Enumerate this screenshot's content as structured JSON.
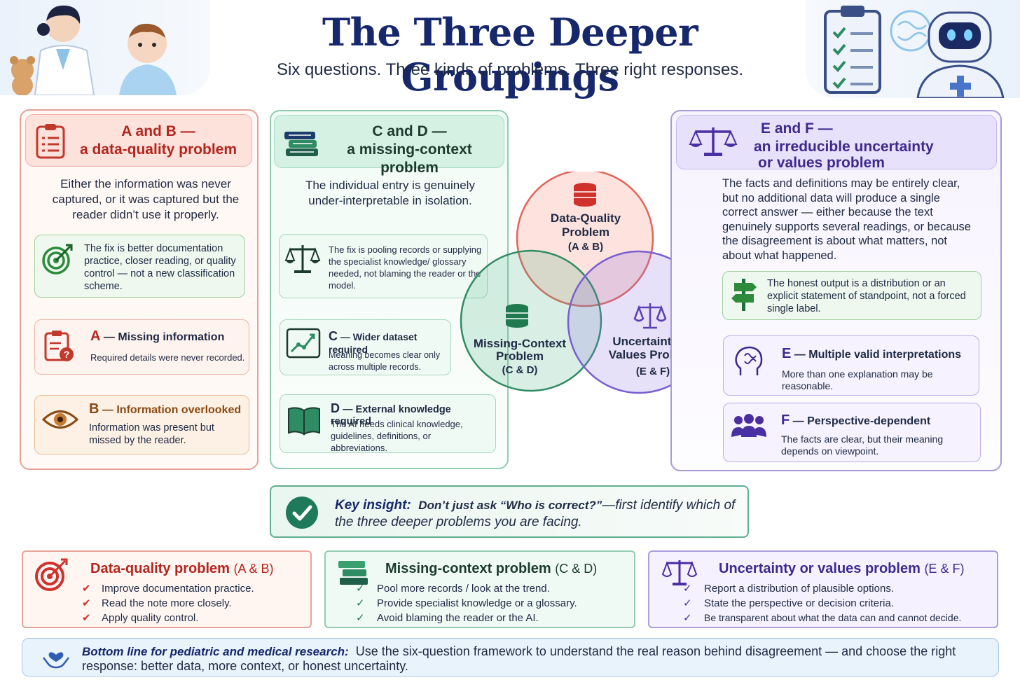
{
  "header": {
    "title": "The Three Deeper Groupings",
    "subtitle": "Six questions. Three kinds of problems. Three right responses."
  },
  "colors": {
    "red": "#b3261e",
    "green": "#2e8b63",
    "purple": "#5b3fb5",
    "navy": "#16276b"
  },
  "groups": {
    "ab": {
      "heading_line1": "A and B —",
      "heading_line2": "a data-quality problem",
      "description": "Either the information was never captured, or it was captured but the reader didn’t use it properly.",
      "fix": "The fix is better documentation practice, closer reading, or quality control — not a new classification scheme.",
      "items": [
        {
          "letter": "A",
          "title": "— Missing information",
          "text": "Required details were never recorded.",
          "icon": "clipboard-question-icon"
        },
        {
          "letter": "B",
          "title": "— Information overlooked",
          "text": "Information was present but missed by the reader.",
          "icon": "eye-icon"
        }
      ]
    },
    "cd": {
      "heading_line1": "C and D —",
      "heading_line2": "a missing-context problem",
      "description": "The individual entry is genuinely under-interpretable in isolation.",
      "fix": "The fix is pooling records or supplying the specialist knowledge/ glossary needed, not blaming the reader or the model.",
      "items": [
        {
          "letter": "C",
          "title": "— Wider dataset required",
          "text": "Meaning becomes clear only across multiple records.",
          "icon": "trend-chart-icon"
        },
        {
          "letter": "D",
          "title": "— External knowledge required",
          "text": "The AI needs clinical knowledge, guidelines, definitions, or abbreviations.",
          "icon": "open-book-icon"
        }
      ]
    },
    "ef": {
      "heading_line1": "E and F —",
      "heading_line2": "an irreducible uncertainty",
      "heading_line3": "or values problem",
      "description": "The facts and definitions may be entirely clear, but no additional data will produce a single correct answer — either because the text genuinely supports several readings, or because the disagreement is about what matters, not about what happened.",
      "fix": "The honest output is a distribution or an explicit statement of standpoint, not a forced single label.",
      "items": [
        {
          "letter": "E",
          "title": "— Multiple valid interpretations",
          "text": "More than one explanation may be reasonable.",
          "icon": "thinking-head-icon"
        },
        {
          "letter": "F",
          "title": "— Perspective-dependent",
          "text": "The facts are clear, but their meaning depends on viewpoint.",
          "icon": "people-group-icon"
        }
      ]
    }
  },
  "venn": {
    "circles": [
      {
        "label_line1": "Data-Quality",
        "label_line2": "Problem",
        "sub": "(A & B)",
        "color": "#e0655a"
      },
      {
        "label_line1": "Missing-Context",
        "label_line2": "Problem",
        "sub": "(C & D)",
        "color": "#2e8b63"
      },
      {
        "label_line1": "Uncertainty or",
        "label_line2": "Values Problem",
        "sub": "(E & F)",
        "color": "#7a5fd0"
      }
    ]
  },
  "insight": {
    "label": "Key insight:",
    "question": "Don’t just ask “Who is correct?”",
    "rest": "—first identify which of the three deeper problems you are facing."
  },
  "responses": [
    {
      "title": "Data-quality problem",
      "tag": "(A & B)",
      "items": [
        "Improve documentation practice.",
        "Read the note more closely.",
        "Apply quality control."
      ]
    },
    {
      "title": "Missing-context problem",
      "tag": "(C & D)",
      "items": [
        "Pool more records / look at the trend.",
        "Provide specialist knowledge or a glossary.",
        "Avoid blaming the reader or the AI."
      ]
    },
    {
      "title": "Uncertainty or values problem",
      "tag": "(E & F)",
      "items": [
        "Report a distribution of plausible options.",
        "State the perspective or decision criteria.",
        "Be transparent about what the data can and cannot decide."
      ]
    }
  ],
  "bottom_line": {
    "label": "Bottom line for pediatric and medical research:",
    "text": "Use the six-question framework to understand the real reason behind disagreement — and choose the right response: better data, more context, or honest uncertainty."
  },
  "icons": {
    "check": "✓",
    "check_heavy": "✔"
  }
}
